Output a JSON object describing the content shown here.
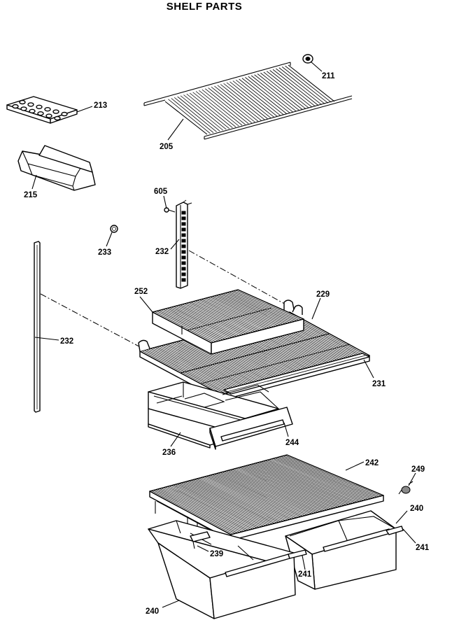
{
  "title": "SHELF PARTS",
  "labels": {
    "p205": "205",
    "p211": "211",
    "p213": "213",
    "p215": "215",
    "p605": "605",
    "p232_upper": "232",
    "p232_lower": "232",
    "p233": "233",
    "p252": "252",
    "p229": "229",
    "p231": "231",
    "p236": "236",
    "p244": "244",
    "p242": "242",
    "p249": "249",
    "p240_right": "240",
    "p240_left": "240",
    "p239": "239",
    "p241_mid": "241",
    "p241_right": "241"
  }
}
